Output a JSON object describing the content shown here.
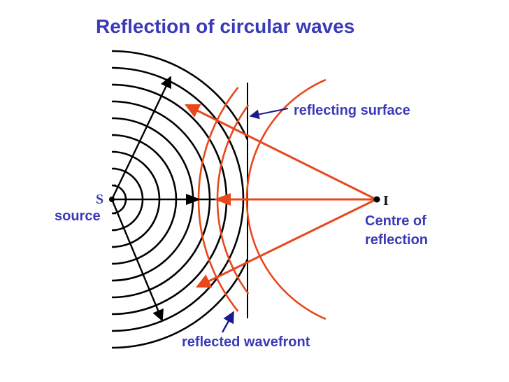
{
  "title": "Reflection of circular waves",
  "labels": {
    "source_letter": "S",
    "source": "source",
    "image_letter": "I",
    "reflecting_surface": "reflecting surface",
    "centre_line1": "Centre of",
    "centre_line2": "reflection",
    "reflected_wavefront": "reflected wavefront"
  },
  "colors": {
    "text": "#3a3ab8",
    "incident": "#000000",
    "reflected": "#e8481c",
    "pointer": "#1a1a8c"
  }
}
